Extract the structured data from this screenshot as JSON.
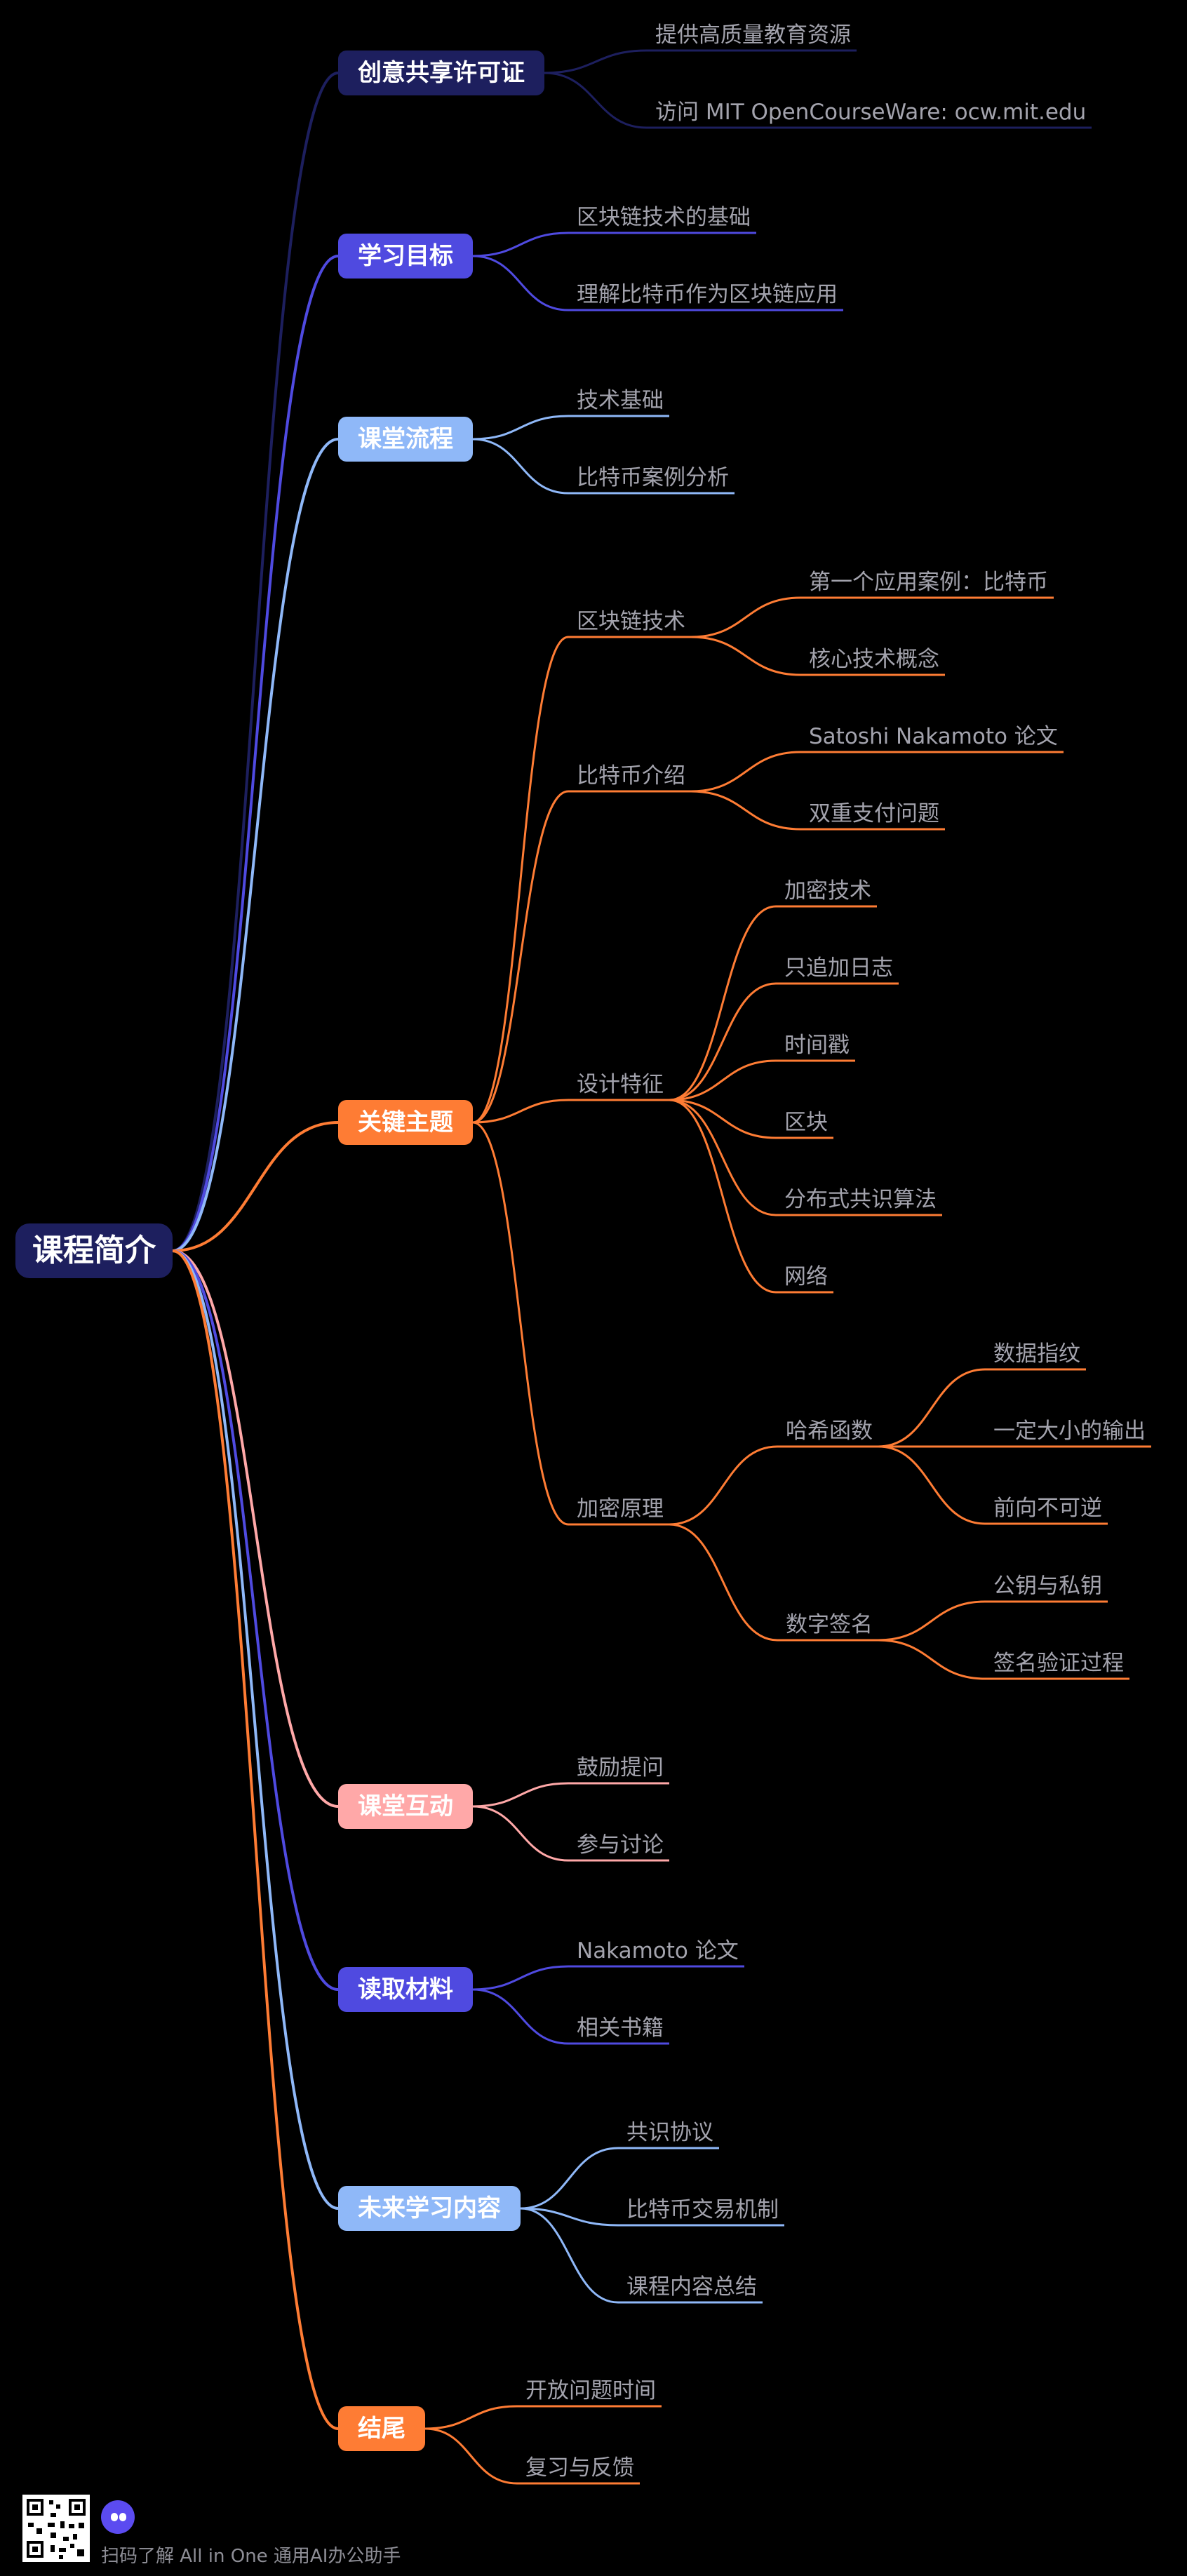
{
  "mindmap": {
    "root": "课程简介",
    "branches": [
      {
        "label": "创意共享许可证",
        "color": "#1d1f5e",
        "text_color": "#ffffff",
        "children": [
          {
            "label": "提供高质量教育资源"
          },
          {
            "label": "访问 MIT OpenCourseWare: ocw.mit.edu"
          }
        ]
      },
      {
        "label": "学习目标",
        "color": "#4f4ae0",
        "text_color": "#ffffff",
        "children": [
          {
            "label": "区块链技术的基础"
          },
          {
            "label": "理解比特币作为区块链应用"
          }
        ]
      },
      {
        "label": "课堂流程",
        "color": "#8fb8f8",
        "text_color": "#ffffff",
        "children": [
          {
            "label": "技术基础"
          },
          {
            "label": "比特币案例分析"
          }
        ]
      },
      {
        "label": "关键主题",
        "color": "#fe7c34",
        "text_color": "#ffffff",
        "children": [
          {
            "label": "区块链技术",
            "children": [
              {
                "label": "第一个应用案例：比特币"
              },
              {
                "label": "核心技术概念"
              }
            ]
          },
          {
            "label": "比特币介绍",
            "children": [
              {
                "label": "Satoshi Nakamoto 论文"
              },
              {
                "label": "双重支付问题"
              }
            ]
          },
          {
            "label": "设计特征",
            "children": [
              {
                "label": "加密技术"
              },
              {
                "label": "只追加日志"
              },
              {
                "label": "时间戳"
              },
              {
                "label": "区块"
              },
              {
                "label": "分布式共识算法"
              },
              {
                "label": "网络"
              }
            ]
          },
          {
            "label": "加密原理",
            "children": [
              {
                "label": "哈希函数",
                "children": [
                  {
                    "label": "数据指纹"
                  },
                  {
                    "label": "一定大小的输出"
                  },
                  {
                    "label": "前向不可逆"
                  }
                ]
              },
              {
                "label": "数字签名",
                "children": [
                  {
                    "label": "公钥与私钥"
                  },
                  {
                    "label": "签名验证过程"
                  }
                ]
              }
            ]
          }
        ]
      },
      {
        "label": "课堂互动",
        "color": "#ffa8a8",
        "text_color": "#ffffff",
        "children": [
          {
            "label": "鼓励提问"
          },
          {
            "label": "参与讨论"
          }
        ]
      },
      {
        "label": "读取材料",
        "color": "#4f4ae0",
        "text_color": "#ffffff",
        "children": [
          {
            "label": "Nakamoto 论文"
          },
          {
            "label": "相关书籍"
          }
        ]
      },
      {
        "label": "未来学习内容",
        "color": "#8fb8f8",
        "text_color": "#ffffff",
        "children": [
          {
            "label": "共识协议"
          },
          {
            "label": "比特币交易机制"
          },
          {
            "label": "课程内容总结"
          }
        ]
      },
      {
        "label": "结尾",
        "color": "#fe7c34",
        "text_color": "#ffffff",
        "children": [
          {
            "label": "开放问题时间"
          },
          {
            "label": "复习与反馈"
          }
        ]
      }
    ]
  },
  "footer": {
    "qr_icon": "qr-code-icon",
    "bot_icon": "assistant-bot-icon",
    "text": "扫码了解 All in One 通用AI办公助手"
  }
}
